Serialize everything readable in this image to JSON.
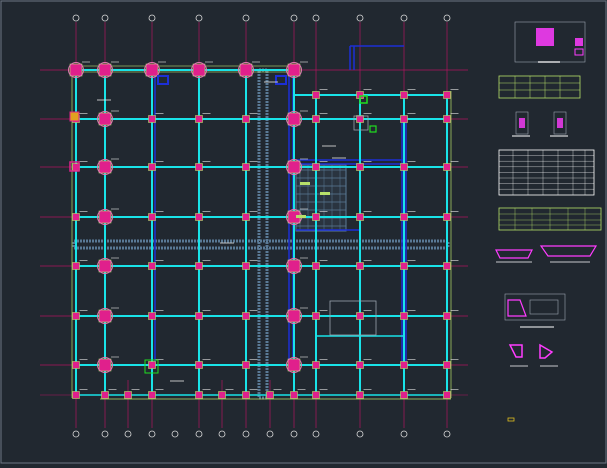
{
  "drawing": {
    "background_color": "#212830",
    "colors": {
      "beam": "#19e3e8",
      "beam_blue": "#1f3fff",
      "column": "#e0208c",
      "column_ring": "#e07ab4",
      "grid_line": "#b0155e",
      "axis_bubble": "#d8d8d8",
      "wall": "#1c2fd6",
      "stair_hatch": "#5a7a96",
      "dim_line": "#b7e06a",
      "green_mark": "#1fe01f",
      "text_white": "#e8e8e8",
      "table_line": "#ffffff",
      "highlight": "#ff3cff"
    },
    "icons": [
      "column-marker",
      "axis-bubble",
      "stair-hatch",
      "detail-table",
      "section-detail"
    ]
  }
}
